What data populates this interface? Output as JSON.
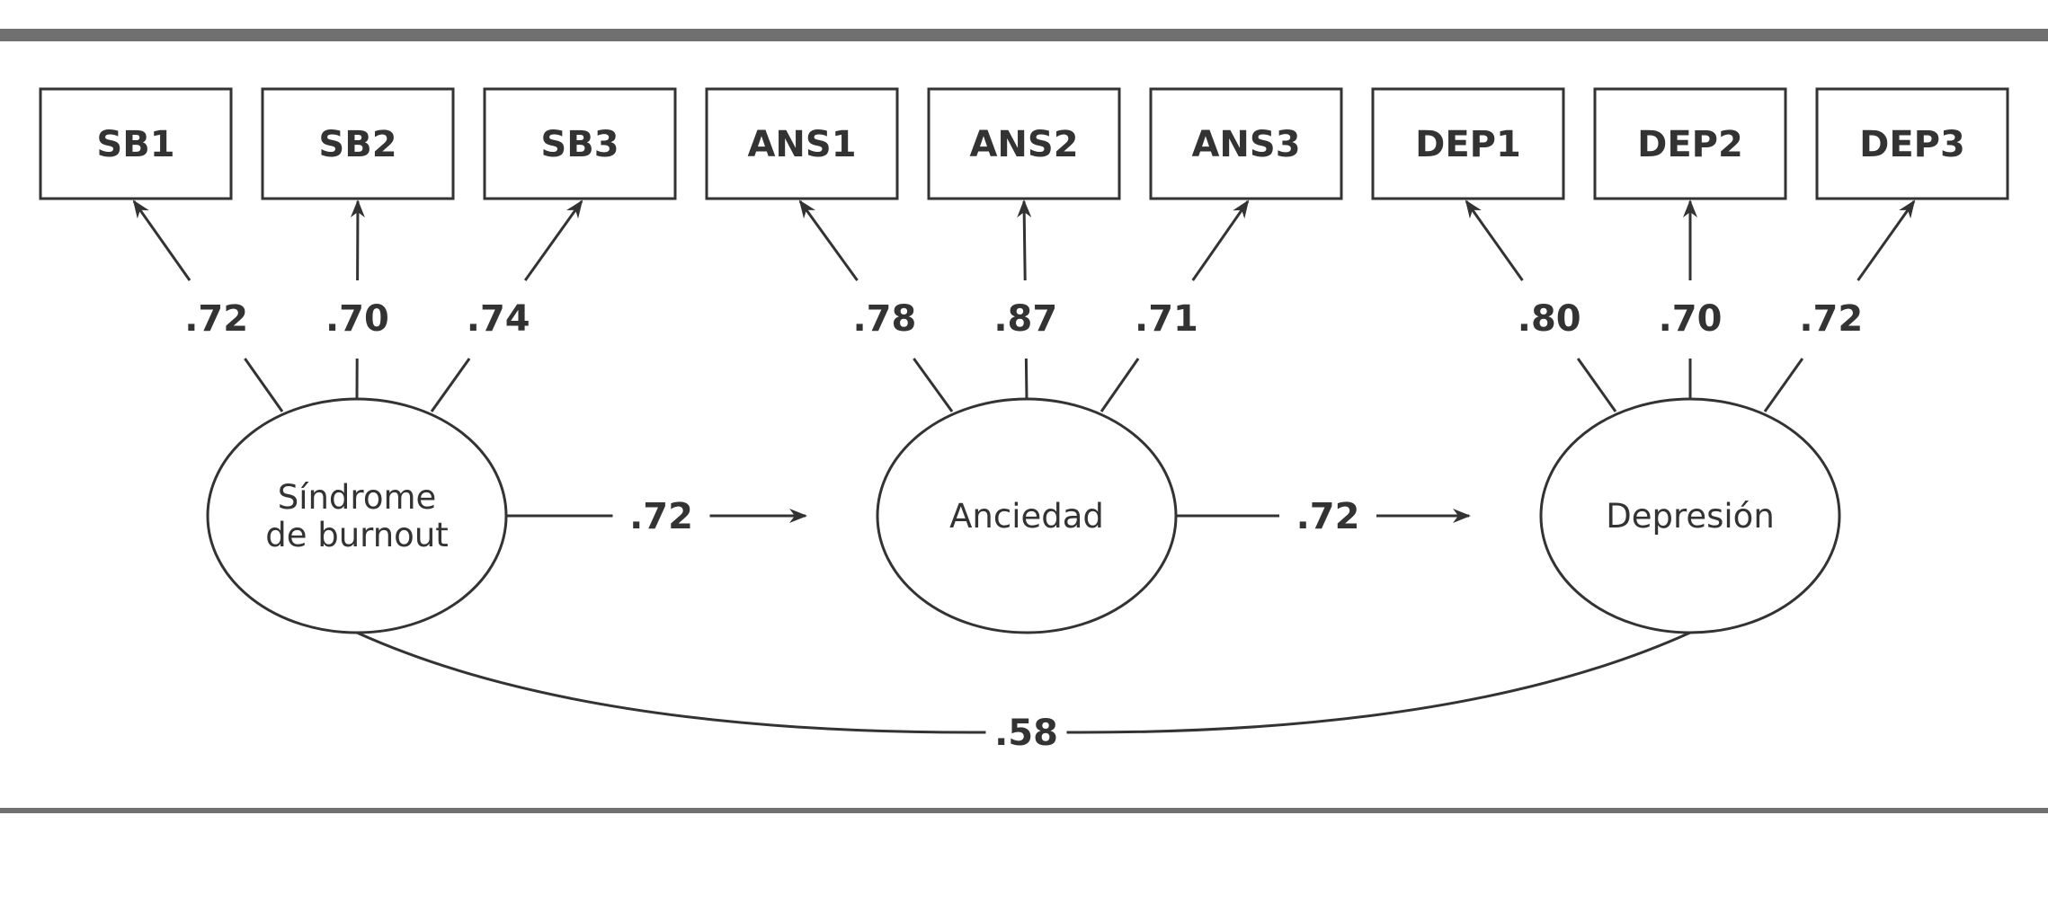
{
  "colors": {
    "stroke": "#333333",
    "rule": "#707070",
    "background": "#ffffff"
  },
  "observed": [
    {
      "id": "sb1",
      "label": "SB1"
    },
    {
      "id": "sb2",
      "label": "SB2"
    },
    {
      "id": "sb3",
      "label": "SB3"
    },
    {
      "id": "ans1",
      "label": "ANS1"
    },
    {
      "id": "ans2",
      "label": "ANS2"
    },
    {
      "id": "ans3",
      "label": "ANS3"
    },
    {
      "id": "dep1",
      "label": "DEP1"
    },
    {
      "id": "dep2",
      "label": "DEP2"
    },
    {
      "id": "dep3",
      "label": "DEP3"
    }
  ],
  "latent": [
    {
      "id": "burnout",
      "lines": [
        "Síndrome",
        "de burnout"
      ]
    },
    {
      "id": "anxiety",
      "lines": [
        "Anciedad"
      ]
    },
    {
      "id": "depression",
      "lines": [
        "Depresión"
      ]
    }
  ],
  "loadings": [
    ".72",
    ".70",
    ".74",
    ".78",
    ".87",
    ".71",
    ".80",
    ".70",
    ".72"
  ],
  "paths": [
    {
      "from": "burnout",
      "to": "anxiety",
      "label": ".72"
    },
    {
      "from": "anxiety",
      "to": "depression",
      "label": ".72"
    }
  ],
  "covariance": {
    "from": "burnout",
    "to": "depression",
    "label": ".58"
  }
}
